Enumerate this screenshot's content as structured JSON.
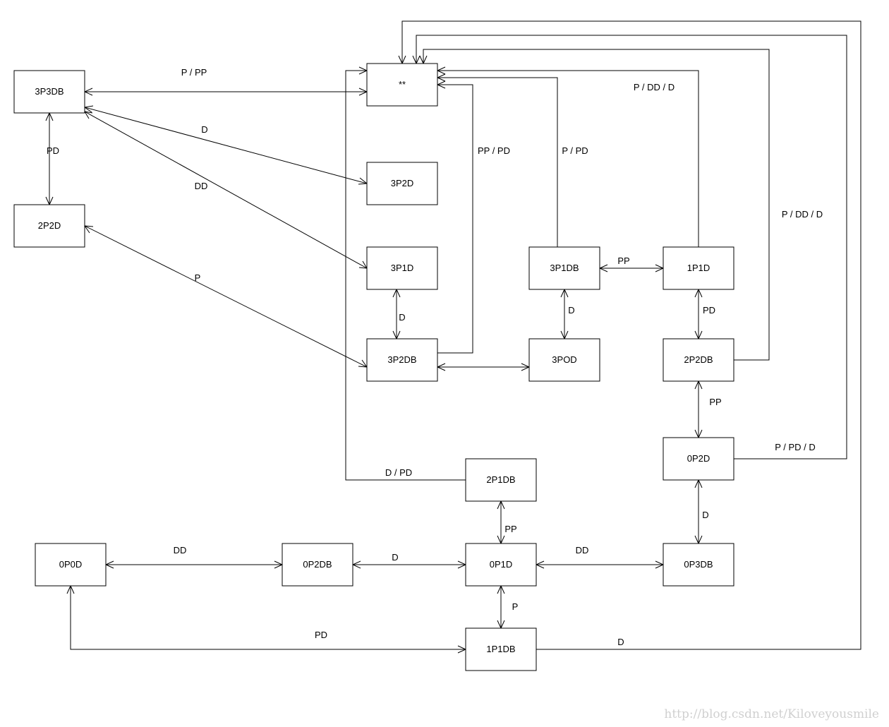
{
  "diagram": {
    "nodes": {
      "3P3DB": "3P3DB",
      "2P2D": "2P2D",
      "star": "**",
      "3P2D": "3P2D",
      "3P1D": "3P1D",
      "3P2DB": "3P2DB",
      "3P1DB": "3P1DB",
      "1P1D": "1P1D",
      "3POD": "3POD",
      "2P2DB": "2P2DB",
      "0P2D": "0P2D",
      "2P1DB": "2P1DB",
      "0P0D": "0P0D",
      "0P2DB": "0P2DB",
      "0P1D": "0P1D",
      "0P3DB": "0P3DB",
      "1P1DB": "1P1DB"
    },
    "edge_labels": {
      "3P3DB-star": "P / PP",
      "3P3DB-3P2D": "D",
      "3P3DB-3P1D": "DD",
      "3P3DB-2P2D": "PD",
      "2P2D-3P2DB": "P",
      "3P1D-3P2DB": "D",
      "3P2DB-star": "PP / PD",
      "3P1DB-star": "P / PD",
      "1P1D-star": "P / DD / D",
      "2P2DB-star": "P / DD / D",
      "3P1DB-1P1D": "PP",
      "3P1DB-3POD": "D",
      "1P1D-2P2DB": "PD",
      "2P2DB-0P2D": "PP",
      "0P2D-star": "P / PD / D",
      "0P2D-0P3DB": "D",
      "2P1DB-star": "D / PD",
      "2P1DB-0P1D": "PP",
      "0P0D-0P2DB": "DD",
      "0P2DB-0P1D": "D",
      "0P1D-0P3DB": "DD",
      "0P1D-1P1DB": "P",
      "0P0D-1P1DB": "PD",
      "1P1DB-star": "D"
    }
  },
  "watermark": "http://blog.csdn.net/Kiloveyousmile"
}
